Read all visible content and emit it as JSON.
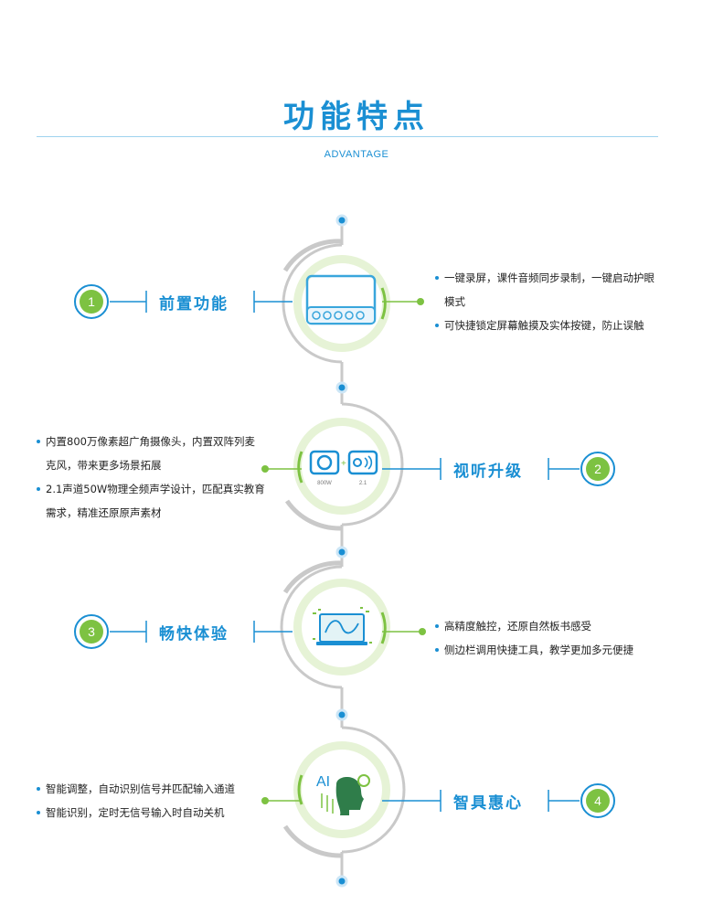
{
  "header": {
    "title": "功能特点",
    "subtitle": "ADVANTAGE"
  },
  "colors": {
    "accent_blue": "#1a8fd3",
    "accent_green": "#7dc242",
    "ring_light": "#e3f1d3",
    "track_gray": "#c9c9c9"
  },
  "features": [
    {
      "number": "1",
      "name": "前置功能",
      "icon": "front-panel-icon",
      "bullets": [
        "一键录屏，课件音频同步录制，一键启动护眼模式",
        "可快捷锁定屏幕触摸及实体按键，防止误触"
      ]
    },
    {
      "number": "2",
      "name": "视听升级",
      "icon": "camera-mic-icon",
      "icon_labels": [
        "800W",
        "2.1"
      ],
      "bullets": [
        "内置800万像素超广角摄像头，内置双阵列麦克风，带来更多场景拓展",
        "2.1声道50W物理全频声学设计，匹配真实教育需求，精准还原原声素材"
      ]
    },
    {
      "number": "3",
      "name": "畅快体验",
      "icon": "touch-board-icon",
      "bullets": [
        "高精度触控，还原自然板书感受",
        "侧边栏调用快捷工具，教学更加多元便捷"
      ]
    },
    {
      "number": "4",
      "name": "智具惠心",
      "icon": "ai-head-icon",
      "icon_labels": [
        "AI"
      ],
      "bullets": [
        "智能调整，自动识别信号并匹配输入通道",
        "智能识别，定时无信号输入时自动关机"
      ]
    }
  ]
}
